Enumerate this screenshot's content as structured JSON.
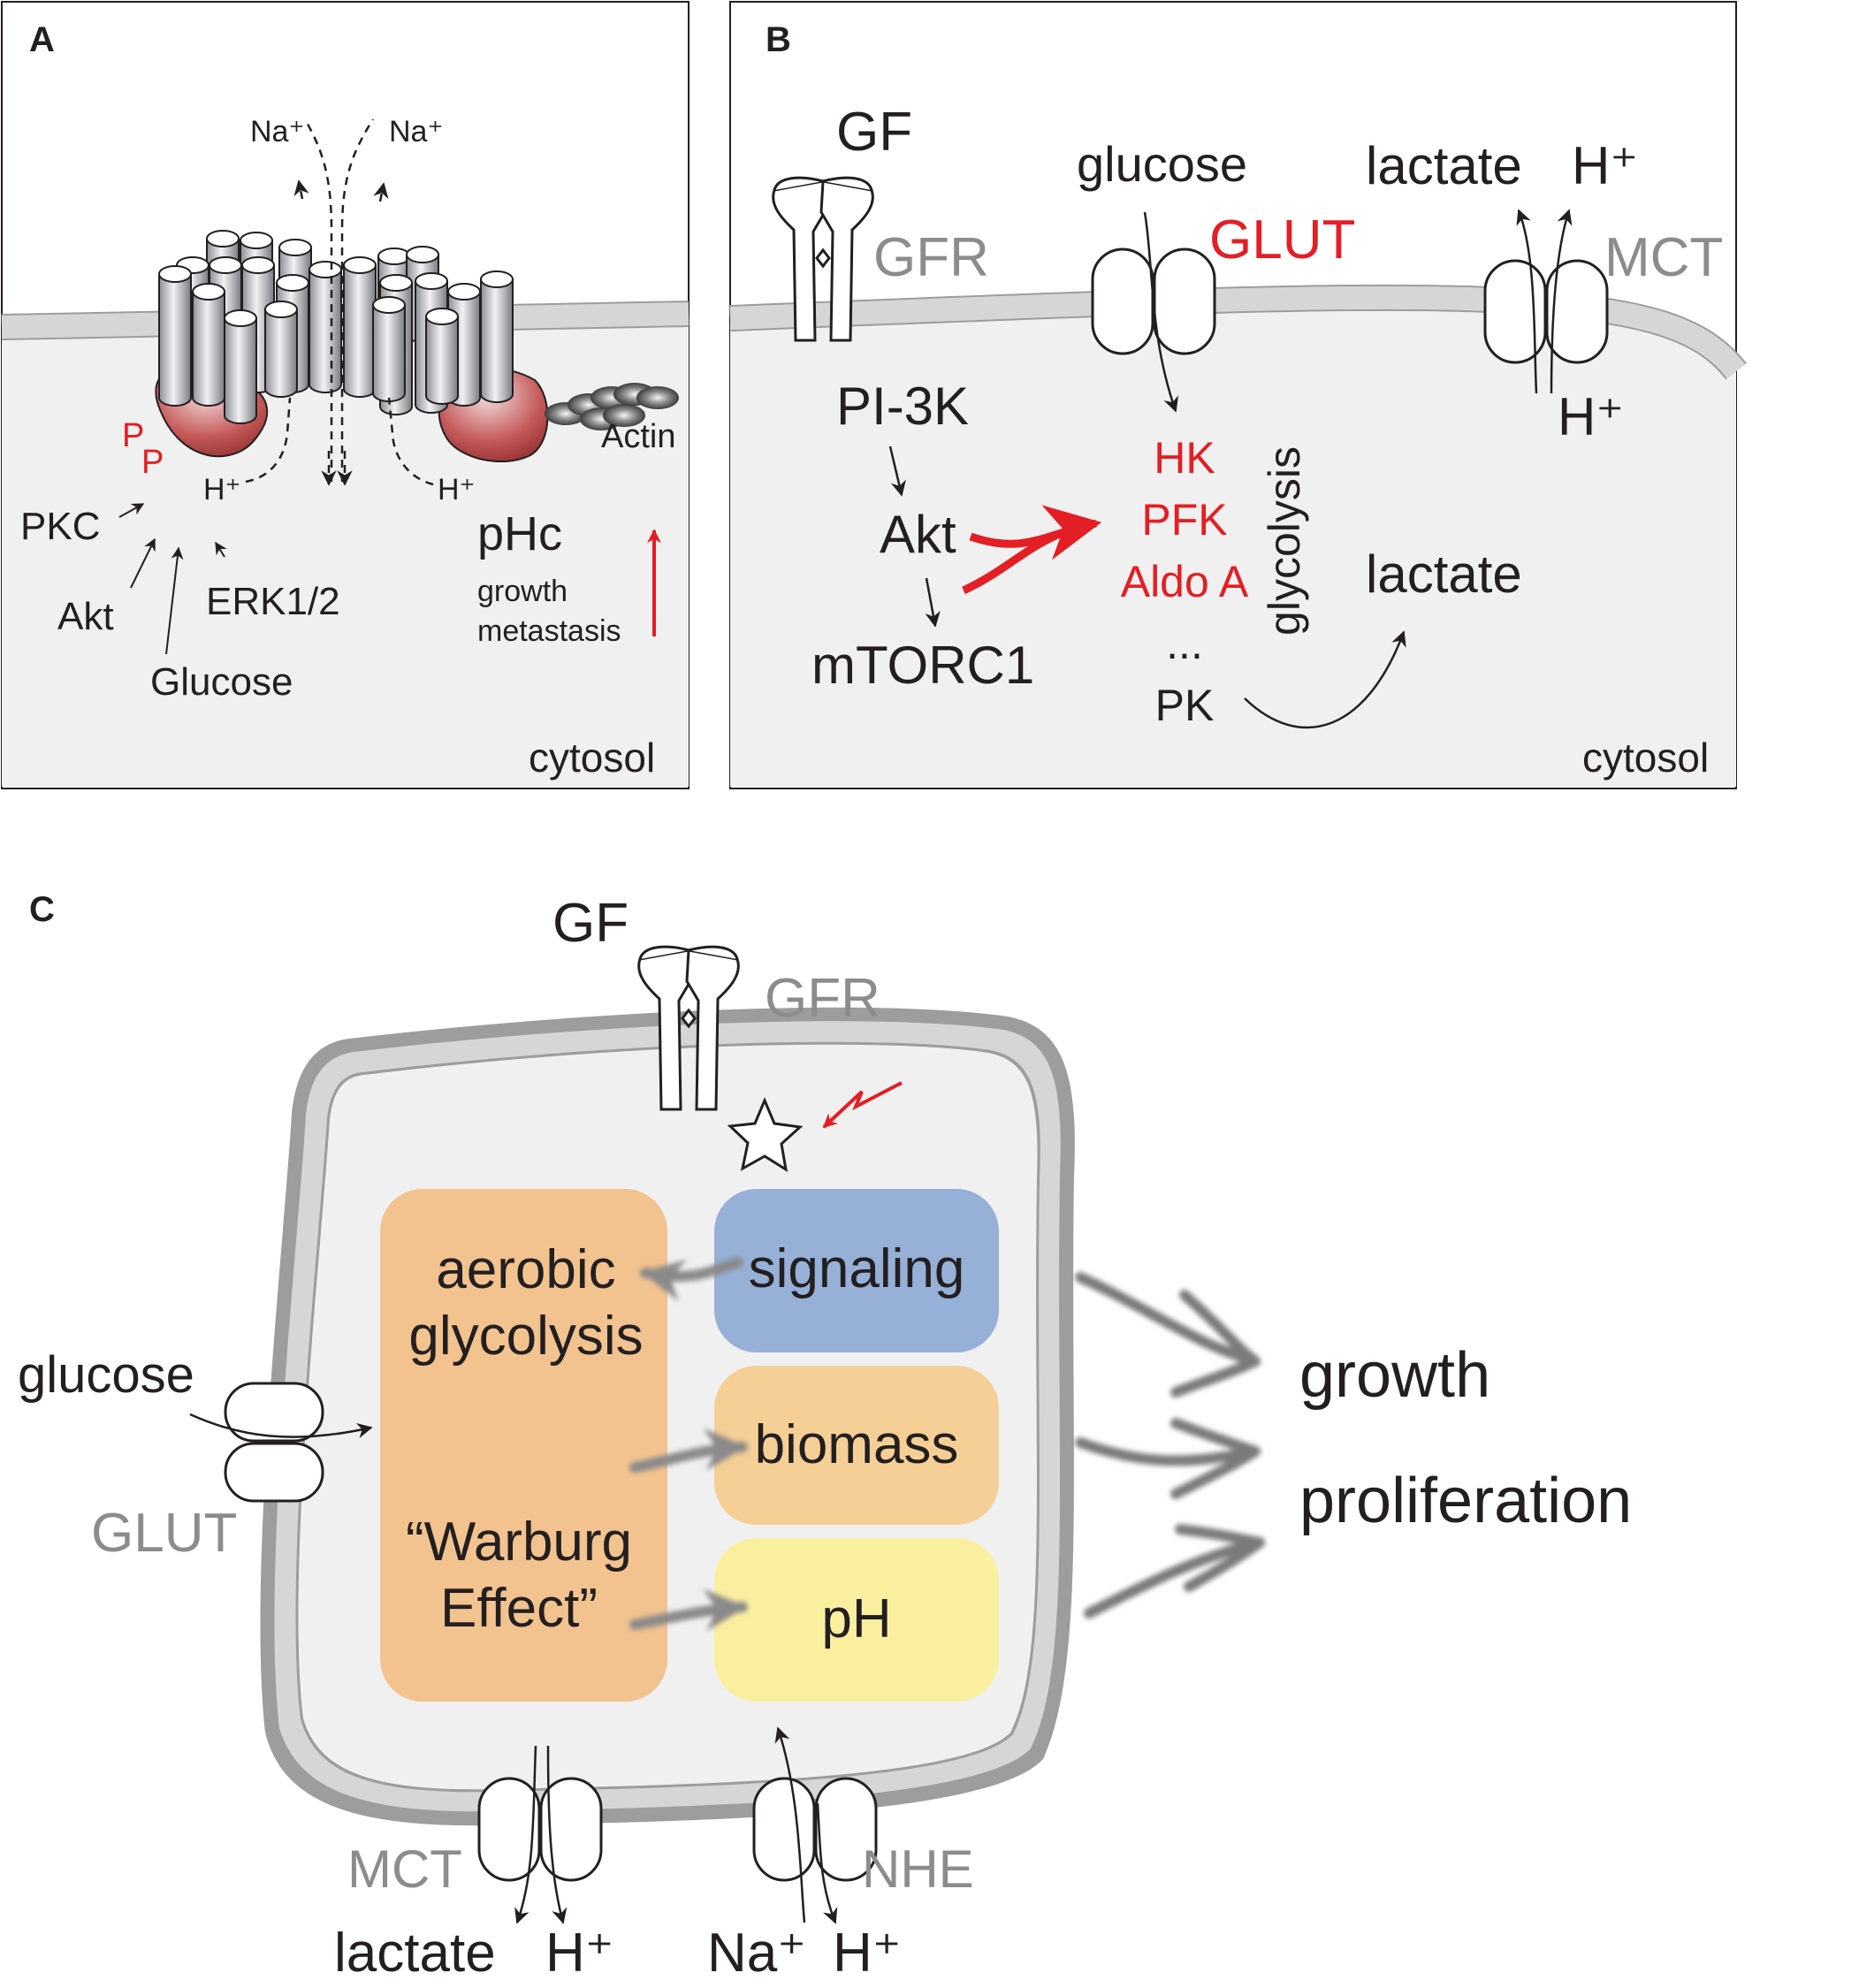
{
  "colors": {
    "red": "#e31e24",
    "gray_label": "#8c8c8c",
    "cytosol": "#f0f0f0",
    "membrane": "#d6d6d6",
    "nhe_protein": "#b0383a",
    "signaling": "#97b0d8",
    "biomass": "#f5cf96",
    "ph": "#faef9f",
    "glycolysis_box": "#f2c28f"
  },
  "panel_a": {
    "label": "A",
    "na_left": "Na⁺",
    "na_right": "Na⁺",
    "p1": "P",
    "p2": "P",
    "h_left": "H⁺",
    "h_right": "H⁺",
    "actin": "Actin",
    "pkc": "PKC",
    "akt": "Akt",
    "erk": "ERK1/2",
    "glucose": "Glucose",
    "phc": "pHc",
    "growth": "growth",
    "metastasis": "metastasis",
    "cytosol": "cytosol"
  },
  "panel_b": {
    "label": "B",
    "gf": "GF",
    "gfr": "GFR",
    "glucose": "glucose",
    "glut": "GLUT",
    "lactate_out": "lactate",
    "h_out": "H⁺",
    "mct": "MCT",
    "h_in": "H⁺",
    "pi3k": "PI-3K",
    "akt": "Akt",
    "mtorc1": "mTORC1",
    "hk": "HK",
    "pfk": "PFK",
    "aldo": "Aldo A",
    "dots": "...",
    "pk": "PK",
    "glycolysis": "glycolysis",
    "lactate_in": "lactate",
    "cytosol": "cytosol"
  },
  "panel_c": {
    "label": "C",
    "gf": "GF",
    "gfr": "GFR",
    "glucose": "glucose",
    "glut": "GLUT",
    "glyc_box_line1": "aerobic",
    "glyc_box_line2": "glycolysis",
    "warburg_line1": "“Warburg",
    "warburg_line2": "Effect”",
    "signaling": "signaling",
    "biomass": "biomass",
    "ph": "pH",
    "growth": "growth",
    "proliferation": "proliferation",
    "mct": "MCT",
    "nhe": "NHE",
    "lactate": "lactate",
    "h_mct": "H⁺",
    "na": "Na⁺",
    "h_nhe": "H⁺"
  }
}
